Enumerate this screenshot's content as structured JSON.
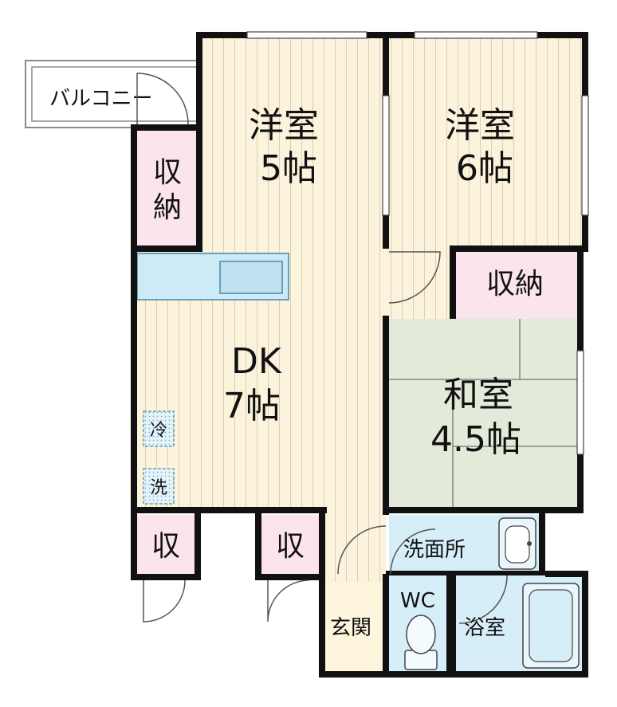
{
  "rooms": {
    "western_5": {
      "name": "洋室",
      "size": "5帖"
    },
    "western_6": {
      "name": "洋室",
      "size": "6帖"
    },
    "dk": {
      "name": "DK",
      "size": "7帖"
    },
    "japanese": {
      "name": "和室",
      "size": "4.5帖"
    }
  },
  "labels": {
    "balcony": "バルコニー",
    "storage_left_1": "収",
    "storage_left_2": "納",
    "storage_right": "収納",
    "fridge": "冷",
    "washer": "洗",
    "closet_1": "収",
    "closet_2": "収",
    "washroom": "洗面所",
    "wc": "WC",
    "bath": "浴室",
    "entrance": "玄関"
  },
  "colors": {
    "wall": "#111111",
    "wood_floor": "#fbf3dc",
    "tatami": "#e4ead9",
    "storage": "#fbe4ee",
    "wet_area": "#d6eef8",
    "entrance": "#fdf5dc",
    "kitchen": "#cdeaf7"
  }
}
